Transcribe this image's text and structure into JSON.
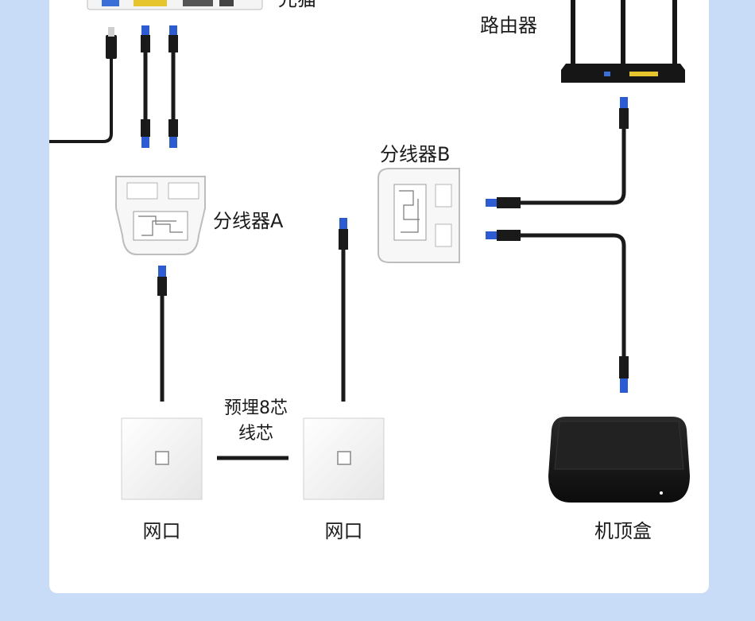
{
  "labels": {
    "modem_partial": "光猫",
    "router": "路由器",
    "splitter_a": "分线器A",
    "splitter_b": "分线器B",
    "embedded_line_1": "预埋8芯",
    "embedded_line_2": "线芯",
    "wall_port_left": "网口",
    "wall_port_right": "网口",
    "set_top_box": "机顶盒"
  },
  "colors": {
    "page_background": "#c9dcf7",
    "panel": "#ffffff",
    "cable": "#1a1a1a",
    "connector_tip": "#2b5cd6",
    "device_dark": "#141414",
    "plate": "#f2f2f2"
  }
}
